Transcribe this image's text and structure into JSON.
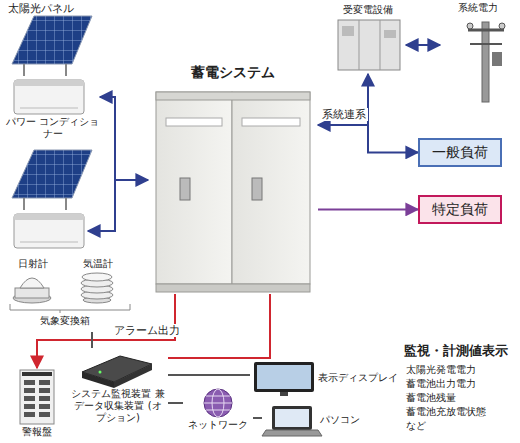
{
  "diagram": {
    "nodes": [
      {
        "text": [
          "太陽光パネル",
          "パワー コンディショナー"
        ]
      },
      {
        "text": [
          "蓄電システム"
        ]
      },
      {
        "text": [
          "受変電設備"
        ]
      },
      {
        "text": [
          "系統電力"
        ]
      },
      {
        "text": [
          "一般負荷"
        ]
      },
      {
        "text": [
          "特定負荷"
        ]
      },
      {
        "text": [
          "日射計",
          "気温計",
          "気象変換箱"
        ]
      },
      {
        "text": [
          "警報盤"
        ]
      },
      {
        "text": [
          "システム監視装置 兼データ収集装置 (オプション)"
        ]
      },
      {
        "text": [
          "ネットワーク"
        ]
      },
      {
        "text": [
          "表示ディスプレイ"
        ]
      },
      {
        "text": [
          "パソコン"
        ]
      }
    ],
    "edges": [
      {
        "from": 0,
        "to": 1,
        "arrow": "both"
      },
      {
        "from": 1,
        "to": 2,
        "label": "系統連系",
        "arrow": "both"
      },
      {
        "from": 2,
        "to": 3,
        "arrow": "both"
      },
      {
        "from": 2,
        "to": 4,
        "arrow": "to"
      },
      {
        "from": 1,
        "to": 5,
        "arrow": "to"
      },
      {
        "from": 1,
        "to": 7,
        "label": "アラーム出力",
        "arrow": "to"
      },
      {
        "from": 6,
        "to": 8,
        "arrow": "none"
      },
      {
        "from": 1,
        "to": 8,
        "arrow": "none"
      },
      {
        "from": 8,
        "to": 9,
        "arrow": "none"
      },
      {
        "from": 8,
        "to": 10,
        "arrow": "none"
      },
      {
        "from": 9,
        "to": 11,
        "arrow": "none"
      }
    ],
    "labels": [
      "監視・計測値表示",
      "太陽光発電電力",
      "蓄電池出力電力",
      "蓄電池残量",
      "蓄電池充放電状態",
      "など"
    ]
  }
}
